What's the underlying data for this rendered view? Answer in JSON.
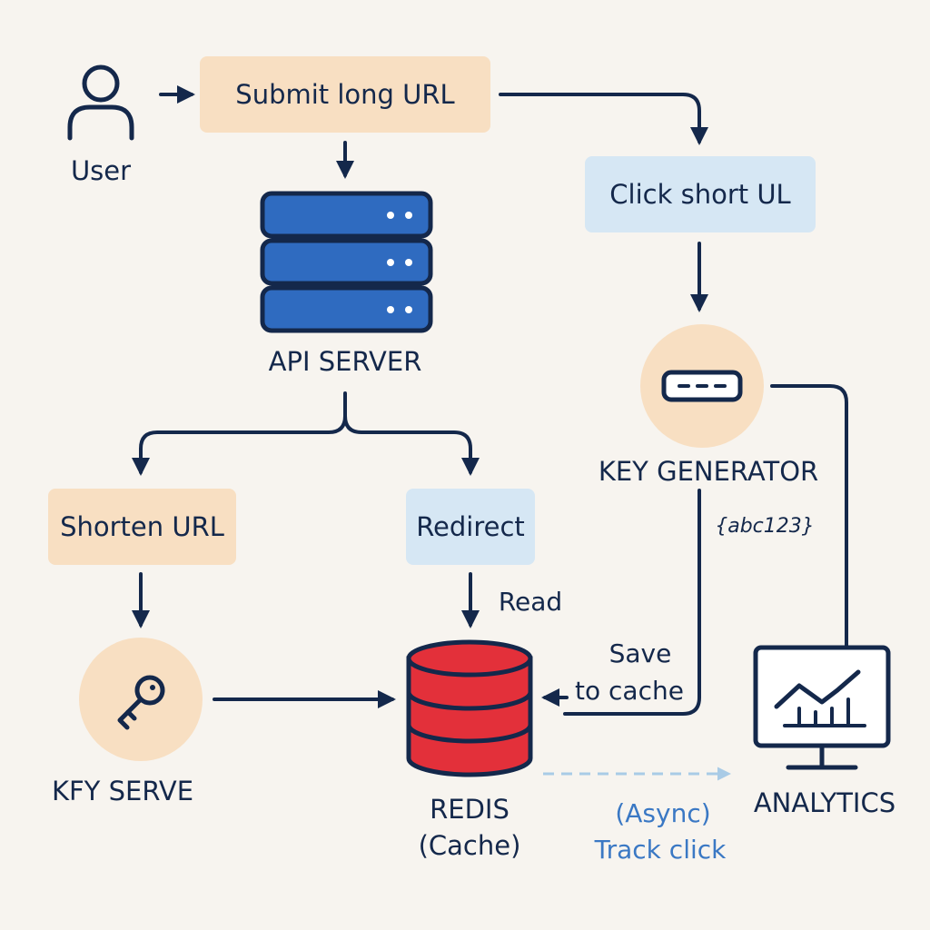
{
  "nodes": {
    "user": "User",
    "submit_long_url": "Submit long URL",
    "click_short_url": "Click short UL",
    "api_server": "API SERVER",
    "key_generator": "KEY GENERATOR",
    "shorten_url": "Shorten URL",
    "redirect": "Redirect",
    "key_server": "KFY SERVE",
    "redis_title": "REDIS",
    "redis_subtitle": "(Cache)",
    "analytics": "ANALYTICS"
  },
  "edge_labels": {
    "read": "Read",
    "save_line1": "Save",
    "save_line2": "to cache",
    "key_sample": "{abc123}",
    "async_line1": "(Async)",
    "async_line2": "Track click"
  },
  "colors": {
    "background": "#f7f4ef",
    "ink": "#14284b",
    "peach_fill": "#f8dfc2",
    "blue_fill": "#d6e7f4",
    "server_blue": "#2f6bc0",
    "redis_red": "#e3303a",
    "async_blue": "#3a78c4",
    "async_dash": "#a9cbe6"
  },
  "icons": {
    "user": "user-icon",
    "api_server": "server-stack-icon",
    "key_generator": "keyboard-key-icon",
    "key_server": "key-icon",
    "redis": "database-icon",
    "analytics": "monitor-chart-icon"
  }
}
